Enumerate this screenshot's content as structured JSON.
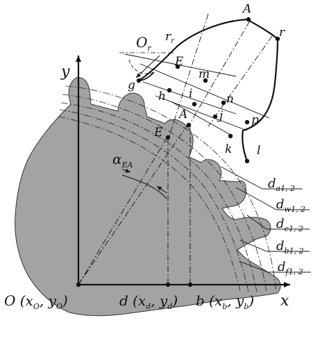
{
  "axes": {
    "x": "x",
    "y": "y"
  },
  "origin": {
    "label": "O (x",
    "sub1": "O",
    "mid": ", y",
    "sub2": "O",
    "end": ")"
  },
  "point_d": {
    "label": "d (x",
    "sub1": "d",
    "mid": ", y",
    "sub2": "d",
    "end": ")"
  },
  "point_b": {
    "label": "b (x",
    "sub1": "b",
    "mid": ", y",
    "sub2": "b",
    "end": ")"
  },
  "angle": {
    "symbol": "α",
    "sub": "EA"
  },
  "gear_points": {
    "E": "E",
    "A": "A"
  },
  "rack_points": {
    "A": "A",
    "r": "r",
    "E": "E",
    "m": "m",
    "g": "g",
    "h": "h",
    "i": "i",
    "n": "n",
    "j": "j",
    "p": "p",
    "k": "k",
    "l": "l"
  },
  "tool_center": {
    "label": "O",
    "sub": "r",
    "radius": "r",
    "radius_sub": "r"
  },
  "diameters": [
    {
      "main": "d",
      "sub": "a1, 2"
    },
    {
      "main": "d",
      "sub": "w1, 2"
    },
    {
      "main": "d",
      "sub": "e1, 2"
    },
    {
      "main": "d",
      "sub": "b1, 2"
    },
    {
      "main": "d",
      "sub": "f1, 2"
    }
  ],
  "colors": {
    "gear_fill": "#a3a3a3",
    "ink": "#111111",
    "background": "#ffffff"
  }
}
